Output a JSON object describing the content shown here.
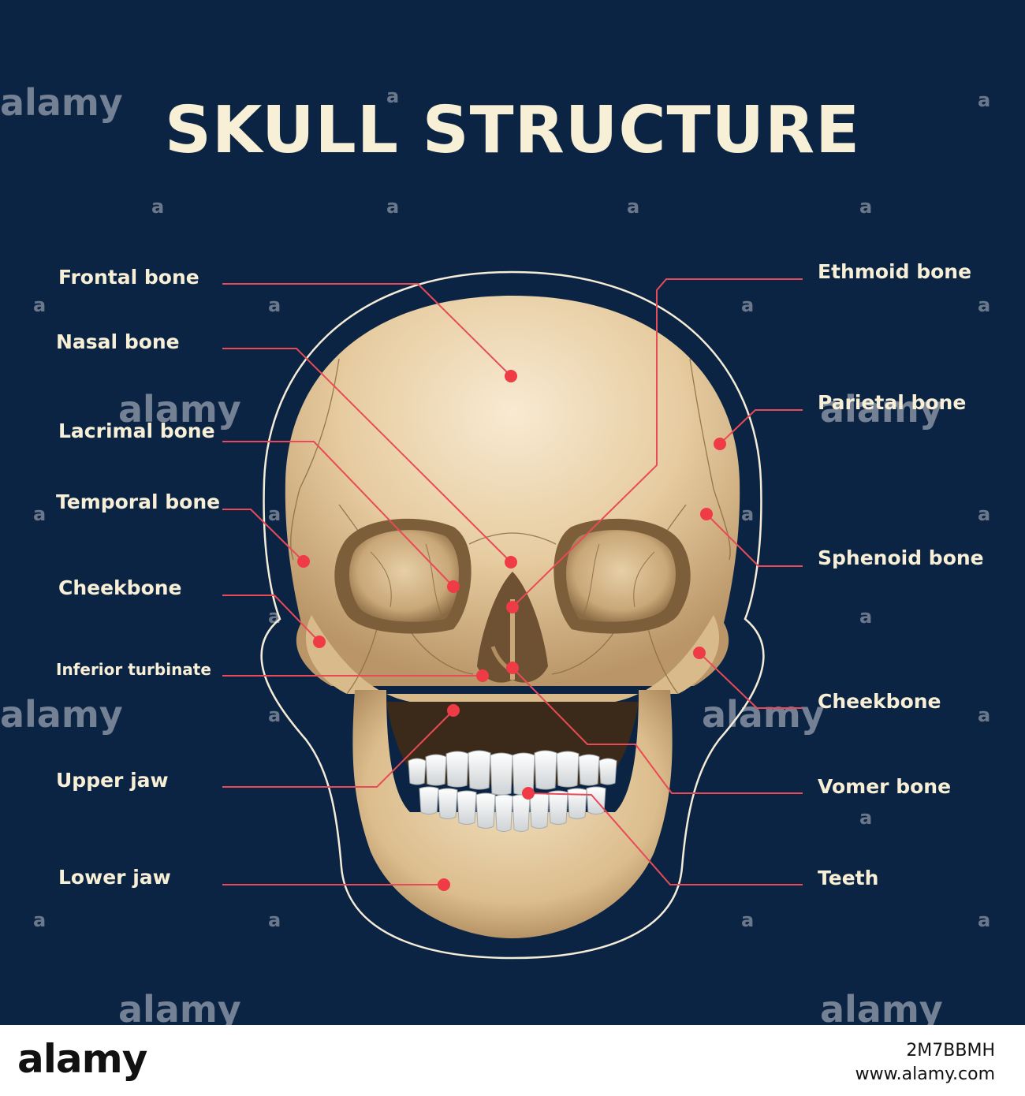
{
  "title": "SKULL STRUCTURE",
  "labels_left": [
    {
      "text": "Frontal bone"
    },
    {
      "text": "Nasal bone"
    },
    {
      "text": "Lacrimal bone"
    },
    {
      "text": "Temporal bone"
    },
    {
      "text": "Cheekbone"
    },
    {
      "text": "Inferior turbinate"
    },
    {
      "text": "Upper jaw"
    },
    {
      "text": "Lower jaw"
    }
  ],
  "labels_right": [
    {
      "text": "Ethmoid bone"
    },
    {
      "text": "Parietal bone"
    },
    {
      "text": "Sphenoid bone"
    },
    {
      "text": "Cheekbone"
    },
    {
      "text": "Vomer bone"
    },
    {
      "text": "Teeth"
    }
  ],
  "watermark": "alamy",
  "footer": {
    "logo": "alamy",
    "image_id": "2M7BBMH",
    "site": "www.alamy.com"
  },
  "colors": {
    "background": "#0c2444",
    "text": "#f7efd6",
    "leader_line": "#e84b57",
    "marker": "#ef3b46",
    "bone": "#e7cda3",
    "outline": "#f4ecd6"
  }
}
